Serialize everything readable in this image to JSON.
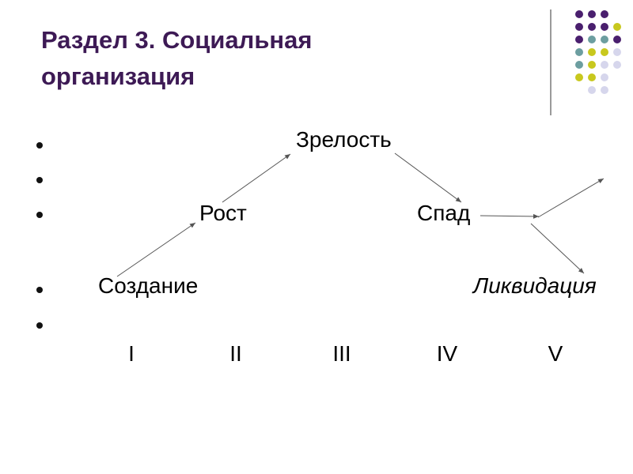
{
  "slide": {
    "title_line1": "Раздел 3. Социальная",
    "title_line2": "организация"
  },
  "colors": {
    "title": "#3d1a55",
    "dot_purple": "#4a1f6e",
    "dot_teal": "#6c9ea0",
    "dot_yellow": "#c8c81e",
    "dot_lavender": "#d6d6ec",
    "divider": "#9a9a9a",
    "arrow": "#555555"
  },
  "diagram": {
    "nodes": {
      "creation": "Создание",
      "growth": "Рост",
      "maturity": "Зрелость",
      "decline": "Спад",
      "liquidation": "Ликвидация"
    },
    "stages": [
      "I",
      "II",
      "III",
      "IV",
      "V"
    ]
  }
}
